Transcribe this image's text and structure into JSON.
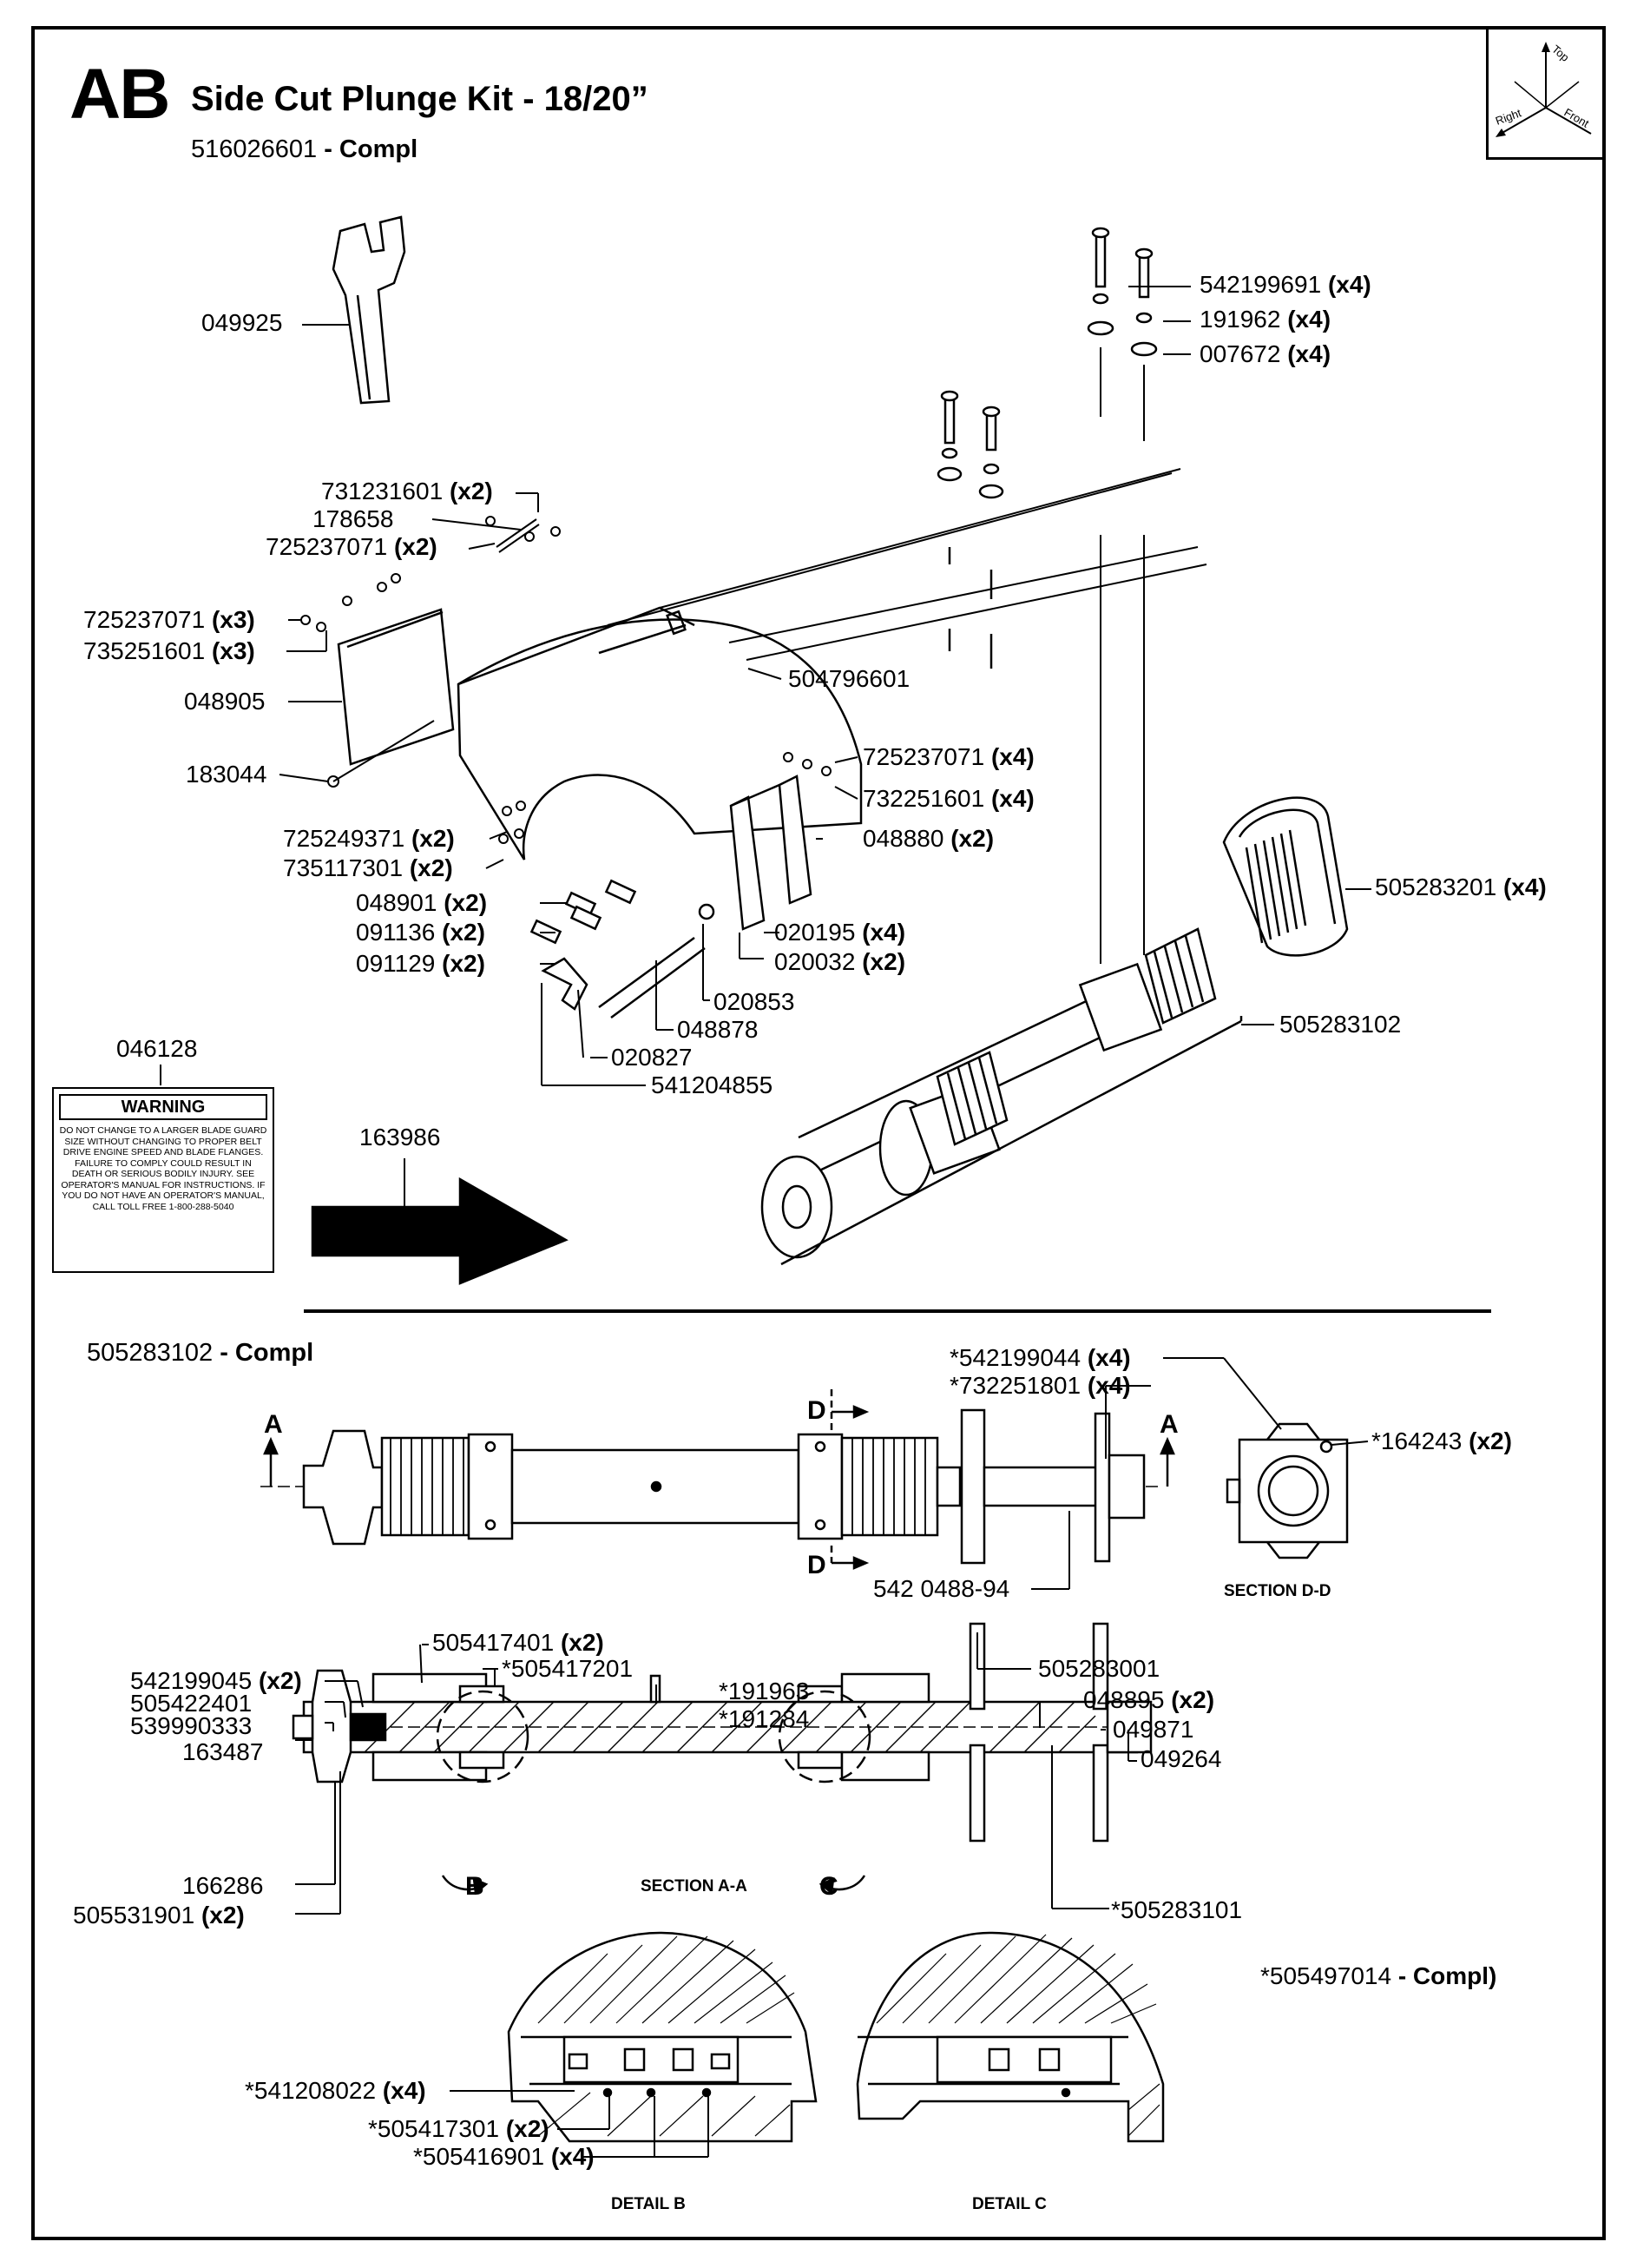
{
  "header": {
    "section_code": "AB",
    "title": "Side Cut Plunge Kit - 18/20”",
    "kit_part": "516026601",
    "kit_suffix": "- Compl"
  },
  "orientation": {
    "top": "Top",
    "right": "Right",
    "front": "Front"
  },
  "upper_view": {
    "labels": [
      {
        "part": "049925",
        "qty": ""
      },
      {
        "part": "542199691",
        "qty": "(x4)"
      },
      {
        "part": "191962",
        "qty": "(x4)"
      },
      {
        "part": "007672",
        "qty": "(x4)"
      },
      {
        "part": "731231601",
        "qty": "(x2)"
      },
      {
        "part": "178658",
        "qty": ""
      },
      {
        "part": "725237071",
        "qty": "(x2)"
      },
      {
        "part": "725237071",
        "qty": "(x3)"
      },
      {
        "part": "735251601",
        "qty": "(x3)"
      },
      {
        "part": "504796601",
        "qty": ""
      },
      {
        "part": "048905",
        "qty": ""
      },
      {
        "part": "725237071",
        "qty": "(x4)"
      },
      {
        "part": "183044",
        "qty": ""
      },
      {
        "part": "732251601",
        "qty": "(x4)"
      },
      {
        "part": "725249371",
        "qty": "(x2)"
      },
      {
        "part": "048880",
        "qty": "(x2)"
      },
      {
        "part": "735117301",
        "qty": "(x2)"
      },
      {
        "part": "505283201",
        "qty": "(x4)"
      },
      {
        "part": "048901",
        "qty": "(x2)"
      },
      {
        "part": "020195",
        "qty": "(x4)"
      },
      {
        "part": "091136",
        "qty": "(x2)"
      },
      {
        "part": "020032",
        "qty": "(x2)"
      },
      {
        "part": "091129",
        "qty": "(x2)"
      },
      {
        "part": "020853",
        "qty": ""
      },
      {
        "part": "505283102",
        "qty": ""
      },
      {
        "part": "048878",
        "qty": ""
      },
      {
        "part": "046128",
        "qty": ""
      },
      {
        "part": "020827",
        "qty": ""
      },
      {
        "part": "541204855",
        "qty": ""
      },
      {
        "part": "163986",
        "qty": ""
      }
    ],
    "warning_label": {
      "heading": "WARNING",
      "text": "DO NOT CHANGE TO A LARGER BLADE GUARD SIZE WITHOUT CHANGING TO PROPER BELT DRIVE ENGINE SPEED AND BLADE FLANGES. FAILURE TO COMPLY COULD RESULT IN DEATH OR SERIOUS BODILY INJURY. SEE OPERATOR'S MANUAL FOR INSTRUCTIONS. IF YOU DO NOT HAVE AN OPERATOR'S MANUAL, CALL TOLL FREE 1-800-288-5040"
    }
  },
  "lower_view": {
    "assembly_part": "505283102",
    "assembly_suffix": "- Compl",
    "labels": [
      {
        "part": "*542199044",
        "qty": "(x4)"
      },
      {
        "part": "*732251801",
        "qty": "(x4)"
      },
      {
        "part": "*164243",
        "qty": "(x2)"
      },
      {
        "part": "542 0488-94",
        "qty": ""
      },
      {
        "part": "505417401",
        "qty": "(x2)"
      },
      {
        "part": "*505417201",
        "qty": ""
      },
      {
        "part": "542199045",
        "qty": "(x2)"
      },
      {
        "part": "*191963",
        "qty": ""
      },
      {
        "part": "505422401",
        "qty": ""
      },
      {
        "part": "*191284",
        "qty": ""
      },
      {
        "part": "539990333",
        "qty": ""
      },
      {
        "part": "163487",
        "qty": ""
      },
      {
        "part": "505283001",
        "qty": ""
      },
      {
        "part": "048895",
        "qty": "(x2)"
      },
      {
        "part": "049871",
        "qty": ""
      },
      {
        "part": "049264",
        "qty": ""
      },
      {
        "part": "166286",
        "qty": ""
      },
      {
        "part": "505531901",
        "qty": "(x2)"
      },
      {
        "part": "*505283101",
        "qty": ""
      },
      {
        "part": "*505497014",
        "qty": "- Compl)"
      },
      {
        "part": "*541208022",
        "qty": "(x4)"
      },
      {
        "part": "*505417301",
        "qty": "(x2)"
      },
      {
        "part": "*505416901",
        "qty": "(x4)"
      }
    ],
    "section_markers": {
      "a": "A",
      "d": "D",
      "b": "B",
      "c": "C"
    },
    "captions": {
      "section_dd": "SECTION D-D",
      "section_aa": "SECTION A-A",
      "detail_b": "DETAIL B",
      "detail_c": "DETAIL C"
    }
  }
}
